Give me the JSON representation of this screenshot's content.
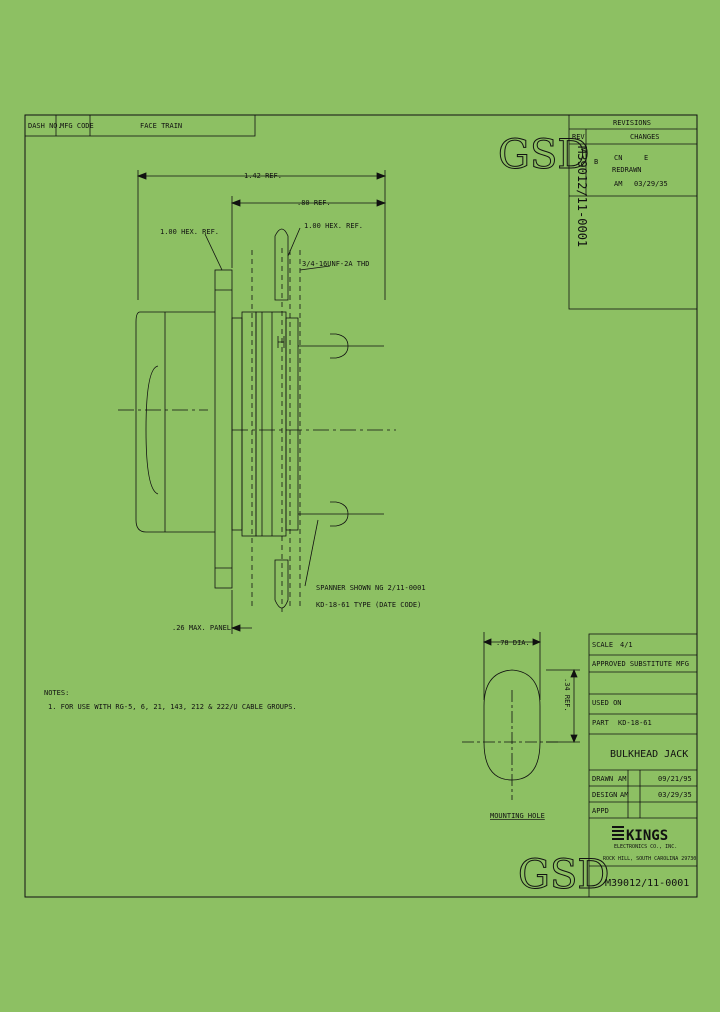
{
  "colors": {
    "background": "#8dc063",
    "ink": "#111111"
  },
  "header": {
    "drawing_no_label": "DASH NO.",
    "mfg_code": "MFG CODE",
    "description": "FACE TRAIN"
  },
  "logo_top": "GSD",
  "vertical_part_no": "M39012/11-0001",
  "revisions": {
    "title": "REVISIONS",
    "col_rev": "REV",
    "col_changes": "CHANGES",
    "rev": "B",
    "line1": "CN",
    "line1b": "E",
    "line2": "REDRAWN",
    "line3": "AM",
    "line3_date": "03/29/35"
  },
  "dimensions": {
    "overall": "1.42 REF.",
    "body": ".80 REF.",
    "hex_left": "1.00 HEX. REF.",
    "hex_right": "1.00 HEX. REF.",
    "thread": "3/4-16UNF-2A THD",
    "panel": ".26 MAX. PANEL"
  },
  "callout": {
    "line1": "SPANNER SHOWN NG 2/11-0001",
    "line2": "KD-18-61 TYPE (DATE CODE)"
  },
  "notes": {
    "title": "NOTES:",
    "line1": "1. FOR USE WITH RG-5, 6, 21, 143, 212 & 222/U CABLE GROUPS."
  },
  "mounting_hole": {
    "label": "MOUNTING HOLE",
    "width": ".78 DIA.",
    "height": ".34 REF."
  },
  "title_block": {
    "scale_label": "SCALE",
    "scale_value": "4/1",
    "approved": "APPROVED SUBSTITUTE MFG",
    "used_on": "USED ON",
    "part_label": "PART",
    "part_value": "KD-18-61",
    "title": "BULKHEAD JACK",
    "drawn_label": "DRAWN",
    "drawn_by": "AM",
    "drawn_date": "09/21/95",
    "design_label": "DESIGN",
    "design_by": "AM",
    "design_date": "03/29/35",
    "appd_label": "APPD",
    "company": "KINGS",
    "company_sub": "ELECTRONICS CO., INC.",
    "address": "ROCK HILL, SOUTH CAROLINA 29730",
    "logo": "GSD",
    "part_no": "M39012/11-0001"
  }
}
